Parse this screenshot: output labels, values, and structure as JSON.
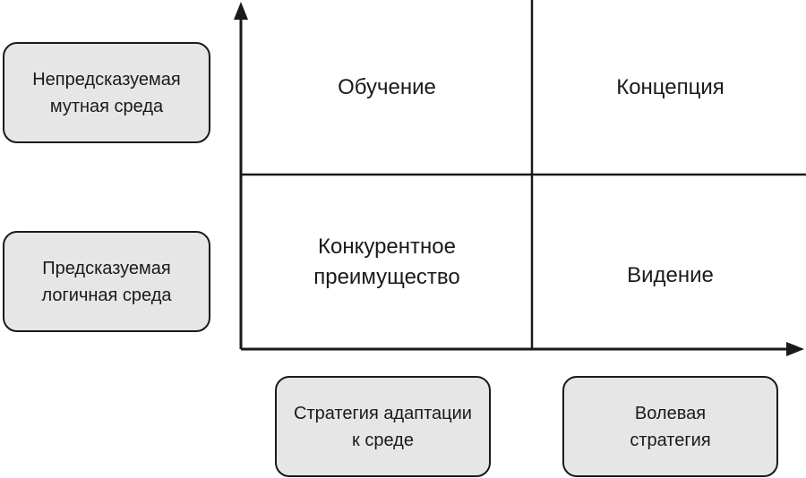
{
  "row_labels": {
    "top": [
      "Непредсказуемая",
      "мутная среда"
    ],
    "bottom": [
      "Предсказуемая",
      "логичная среда"
    ]
  },
  "column_labels": {
    "left": [
      "Стратегия адаптации",
      "к среде"
    ],
    "right": [
      "Волевая",
      "стратегия"
    ]
  },
  "quadrants": {
    "top_left": [
      "Обучение"
    ],
    "top_right": [
      "Концепция"
    ],
    "bottom_left": [
      "Конкурентное",
      "преимущество"
    ],
    "bottom_right": [
      "Видение"
    ]
  }
}
